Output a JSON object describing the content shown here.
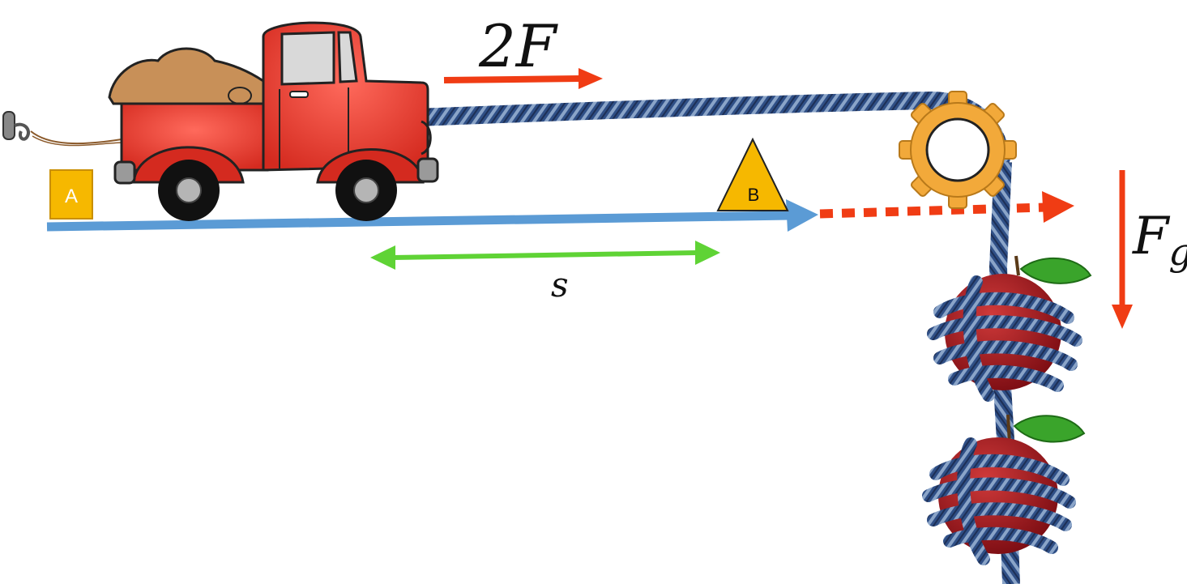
{
  "labels": {
    "point_a": "A",
    "point_b": "B",
    "force_truck": "2F",
    "force_gravity": "F",
    "force_gravity_sub": "g",
    "displacement": "s"
  },
  "colors": {
    "truck_body": "#e8382c",
    "truck_dark": "#c21f17",
    "dirt": "#c89058",
    "rope": "#2f4f86",
    "rope_light": "#8aa4c8",
    "pulley": "#f2a93a",
    "marker_box": "#f6b800",
    "ground_arrow": "#5b9bd5",
    "force_arrow": "#f03c14",
    "displacement_arrow": "#5fd335",
    "apple": "#a0141c",
    "leaf": "#3aa42b"
  },
  "icons": {
    "truck": "pickup-truck-icon",
    "wall_hook": "wall-hook-icon",
    "pulley": "gear-pulley-icon",
    "apple": "apple-icon"
  }
}
